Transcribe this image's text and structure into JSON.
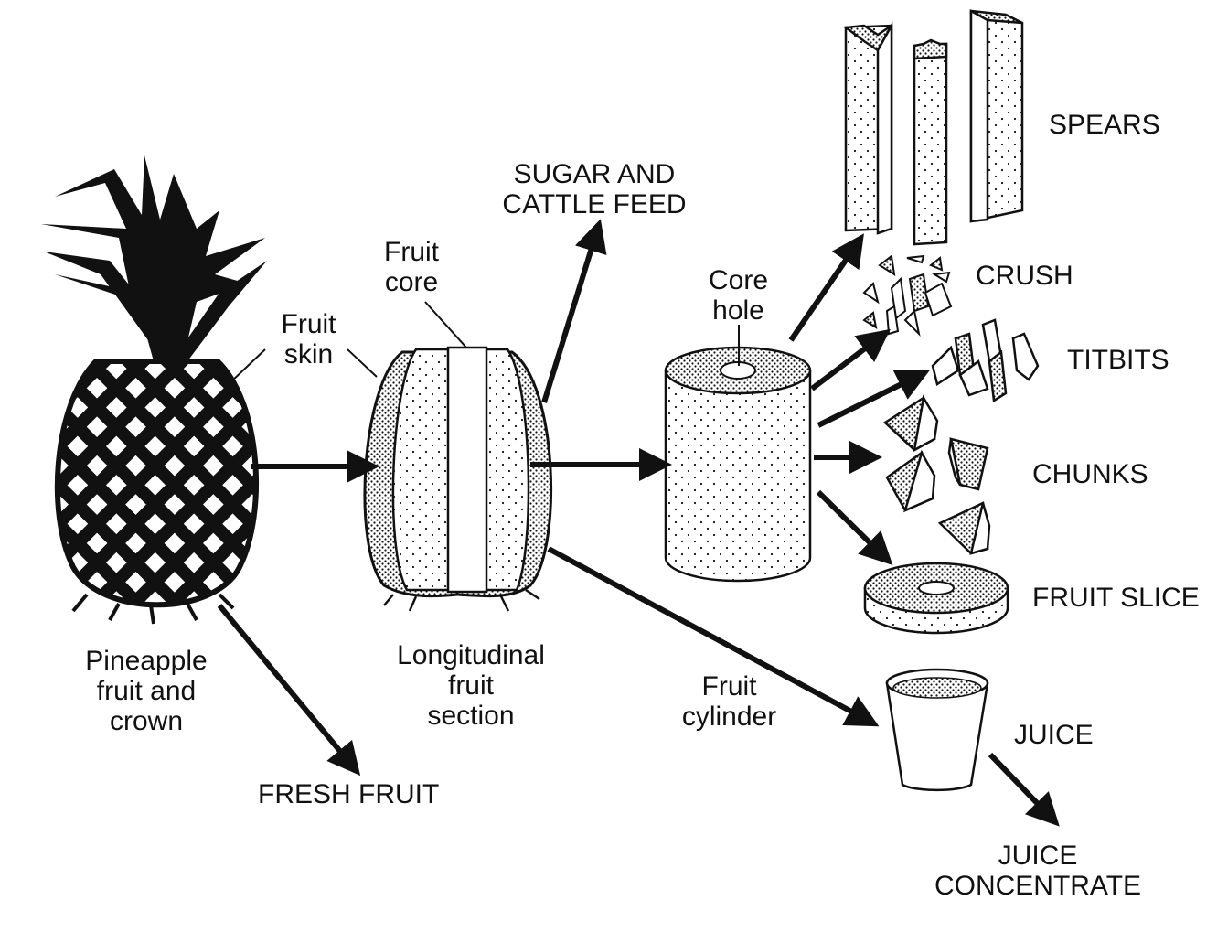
{
  "labels": {
    "pineapple": [
      "Pineapple",
      "fruit and",
      "crown"
    ],
    "fruit_skin": [
      "Fruit",
      "skin"
    ],
    "fruit_core": [
      "Fruit",
      "core"
    ],
    "section": [
      "Longitudinal",
      "fruit",
      "section"
    ],
    "sugar": [
      "SUGAR AND",
      "CATTLE FEED"
    ],
    "core_hole": [
      "Core",
      "hole"
    ],
    "cylinder": [
      "Fruit",
      "cylinder"
    ],
    "fresh_fruit": "FRESH FRUIT",
    "spears": "SPEARS",
    "crush": "CRUSH",
    "titbits": "TITBITS",
    "chunks": "CHUNKS",
    "fruit_slice": "FRUIT SLICE",
    "juice": "JUICE",
    "juice_concentrate": [
      "JUICE",
      "CONCENTRATE"
    ]
  },
  "colors": {
    "ink": "#111111",
    "paper": "#ffffff"
  }
}
